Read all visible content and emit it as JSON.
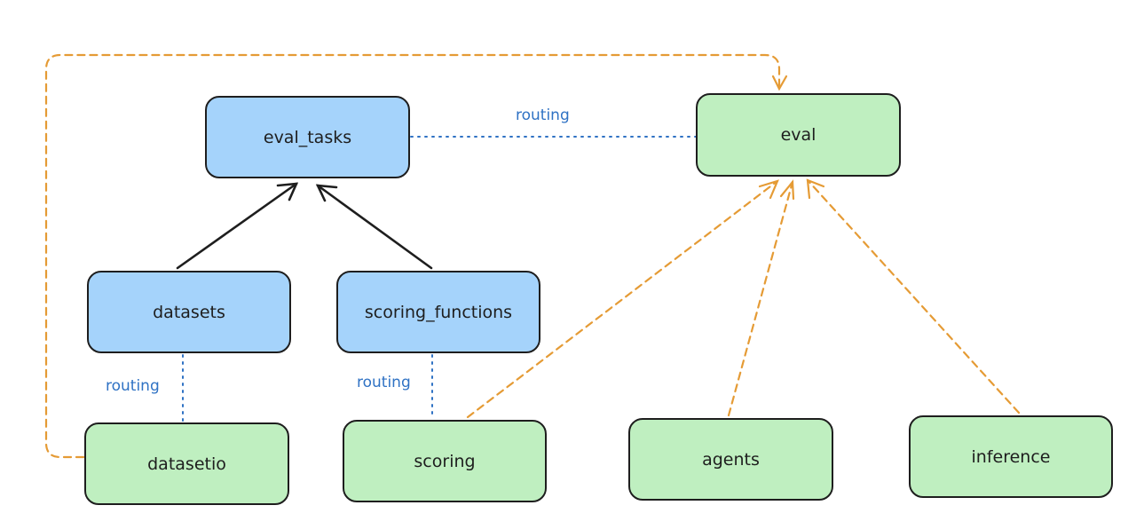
{
  "nodes": {
    "eval_tasks": "eval_tasks",
    "datasets": "datasets",
    "scoring_functions": "scoring_functions",
    "eval": "eval",
    "datasetio": "datasetio",
    "scoring": "scoring",
    "agents": "agents",
    "inference": "inference"
  },
  "edge_labels": {
    "eval_tasks_eval": "routing",
    "datasets_datasetio": "routing",
    "scoring_functions_scoring": "routing"
  },
  "colors": {
    "registry_fill": "#a5d3fb",
    "provider_fill": "#bfefc0",
    "dependency_arrow": "#e59b35",
    "routing_line": "#2f72c4",
    "solid_arrow": "#1e1e1e"
  }
}
